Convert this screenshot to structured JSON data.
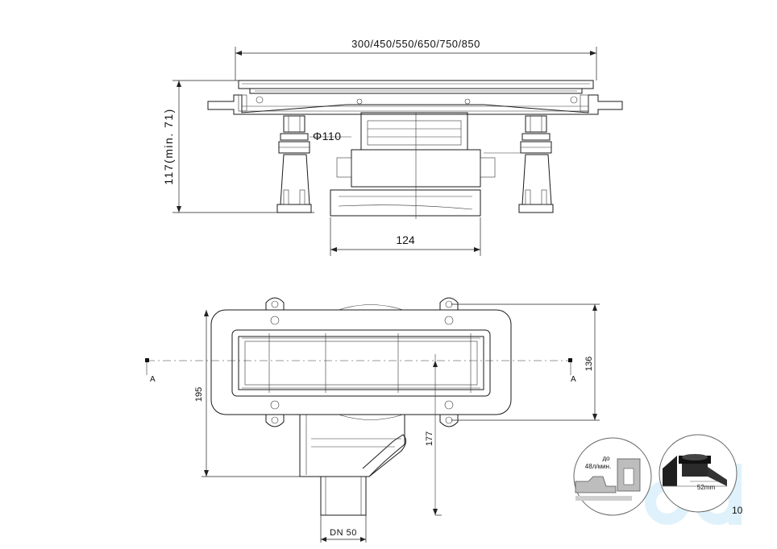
{
  "dimensions": {
    "top_width": "300/450/550/650/750/850",
    "height": "117(min. 71)",
    "pipe_diameter": "Φ110",
    "outlet_width": "124",
    "body_width": "195",
    "body_depth": "136",
    "outlet_length": "177",
    "outlet_pipe": "DN 50"
  },
  "section": {
    "marker_left": "A",
    "marker_right": "A"
  },
  "insets": {
    "flow_label_line1": "до",
    "flow_label_line2": "48л/мин.",
    "seal_size": "52mm"
  },
  "page_number": "10",
  "colors": {
    "line": "#1a1a1a",
    "logo": "#dff2fb"
  }
}
